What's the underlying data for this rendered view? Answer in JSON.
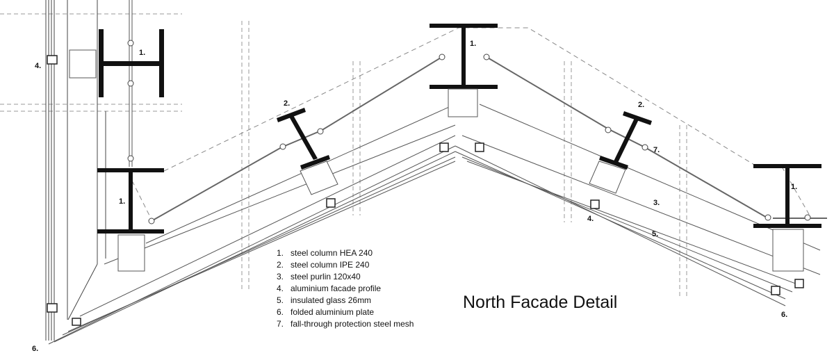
{
  "title": "North Facade Detail",
  "legend": {
    "items": [
      {
        "num": "1.",
        "text": "steel column HEA 240"
      },
      {
        "num": "2.",
        "text": "steel column IPE 240"
      },
      {
        "num": "3.",
        "text": "steel purlin 120x40"
      },
      {
        "num": "4.",
        "text": "aluminium facade profile"
      },
      {
        "num": "5.",
        "text": "insulated glass 26mm"
      },
      {
        "num": "6.",
        "text": "folded aluminium plate"
      },
      {
        "num": "7.",
        "text": "fall-through protection steel mesh"
      }
    ]
  },
  "callouts": {
    "c1_top_left": "1.",
    "c1_left": "1.",
    "c1_center": "1.",
    "c1_right": "1.",
    "c2_left": "2.",
    "c2_right": "2.",
    "c3": "3.",
    "c4_left": "4.",
    "c4_right": "4.",
    "c5": "5.",
    "c6_left": "6.",
    "c6_right": "6.",
    "c7": "7."
  },
  "colors": {
    "ink": "#111111",
    "line": "#555555",
    "dash": "#9a9a9a",
    "background": "#ffffff"
  }
}
